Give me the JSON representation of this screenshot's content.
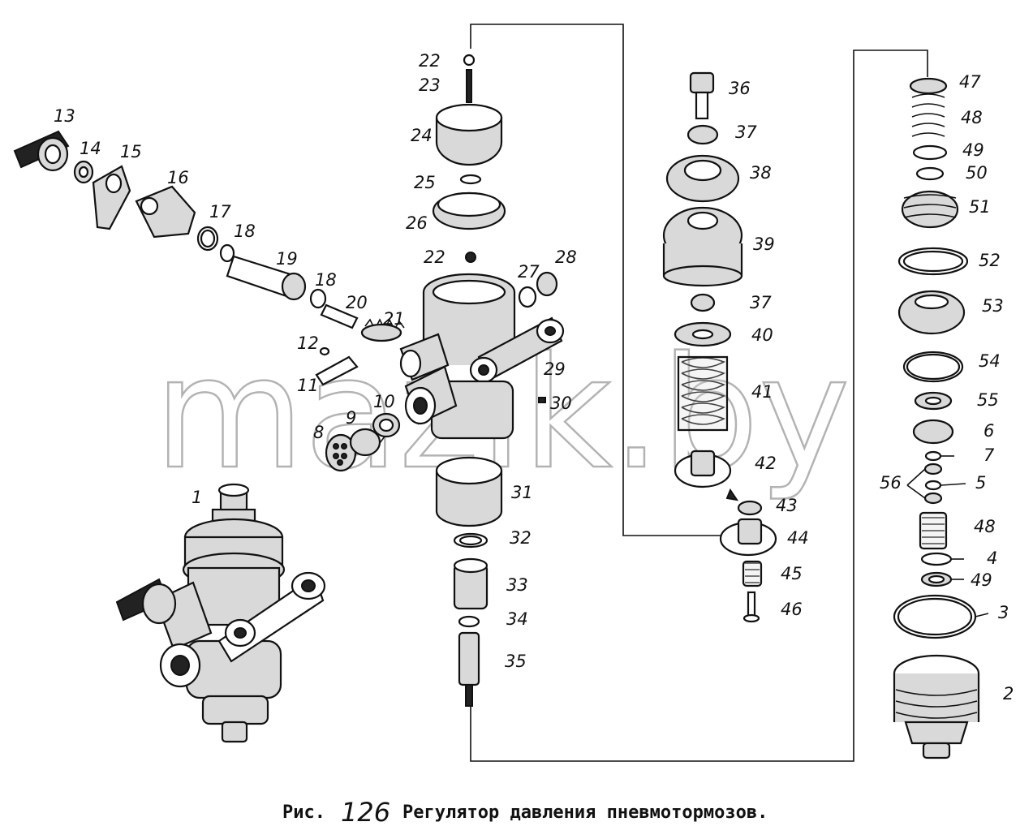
{
  "watermark": "mazik.by",
  "caption": {
    "prefix": "Рис.",
    "number": "126",
    "text": "Регулятор давления пневмотормозов."
  },
  "labels": {
    "p1": "1",
    "p2": "2",
    "p3": "3",
    "p4": "4",
    "p5": "5",
    "p6": "6",
    "p7": "7",
    "p8": "8",
    "p9": "9",
    "p10": "10",
    "p11": "11",
    "p12": "12",
    "p13": "13",
    "p14": "14",
    "p15": "15",
    "p16": "16",
    "p17": "17",
    "p18a": "18",
    "p18b": "18",
    "p19": "19",
    "p20": "20",
    "p21": "21",
    "p22a": "22",
    "p22b": "22",
    "p23": "23",
    "p24": "24",
    "p25": "25",
    "p26": "26",
    "p27": "27",
    "p28": "28",
    "p29": "29",
    "p30": "30",
    "p31": "31",
    "p32": "32",
    "p33": "33",
    "p34": "34",
    "p35": "35",
    "p36": "36",
    "p37a": "37",
    "p37b": "37",
    "p38": "38",
    "p39": "39",
    "p40": "40",
    "p41": "41",
    "p42": "42",
    "p43": "43",
    "p44": "44",
    "p45": "45",
    "p46": "46",
    "p47": "47",
    "p48a": "48",
    "p48b": "48",
    "p49a": "49",
    "p49b": "49",
    "p50": "50",
    "p51": "51",
    "p52": "52",
    "p53": "53",
    "p54": "54",
    "p55": "55",
    "p56": "56"
  }
}
